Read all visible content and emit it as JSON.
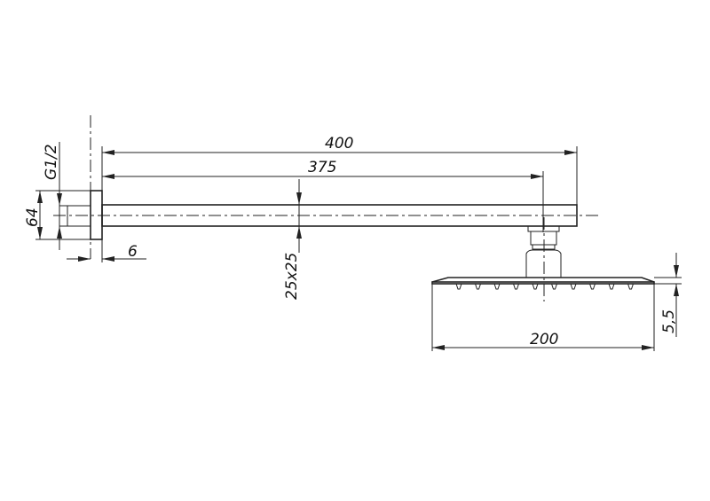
{
  "dimensions": {
    "arm_total_length": "400",
    "arm_projection": "375",
    "arm_section": "25x25",
    "wall_flange": "64",
    "thread": "G1/2",
    "flange_thickness": "6",
    "head_width": "200",
    "head_thickness": "5,5"
  },
  "colors": {
    "line": "#222222",
    "background": "#ffffff"
  }
}
